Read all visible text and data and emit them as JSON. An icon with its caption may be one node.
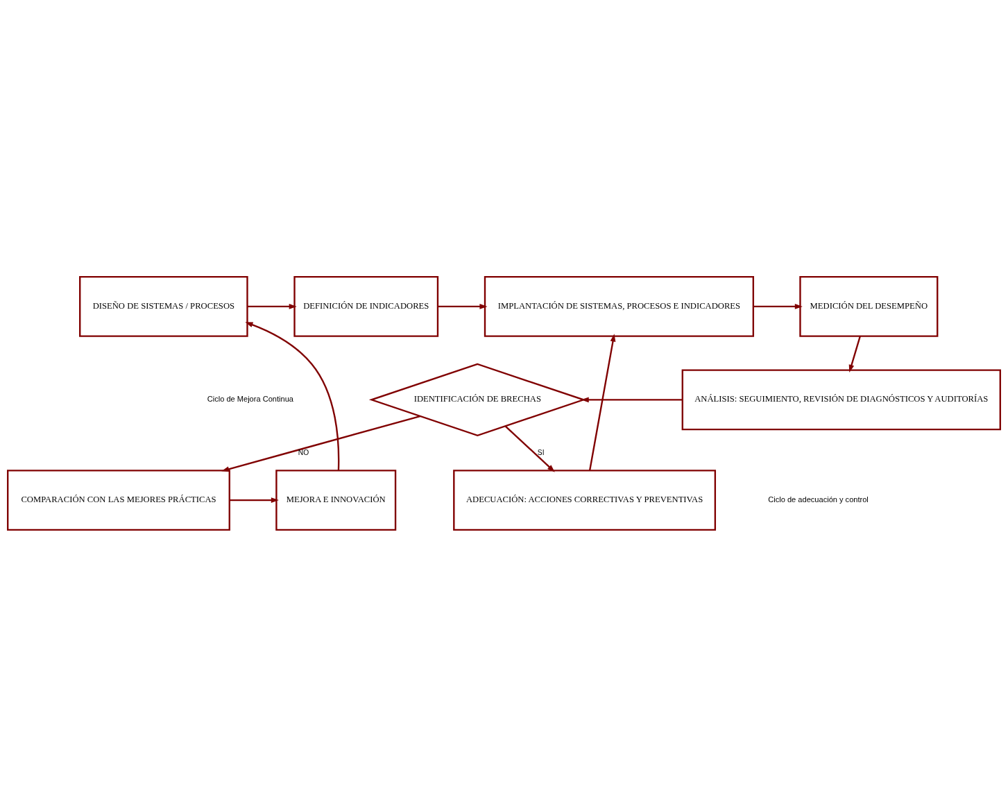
{
  "diagram": {
    "nodes": [
      {
        "text": [
          "DISEÑO DE SISTEMAS / PROCESOS"
        ]
      },
      {
        "text": [
          "DEFINICIÓN DE INDICADORES"
        ]
      },
      {
        "text": [
          "IMPLANTACIÓN DE SISTEMAS, PROCESOS E INDICADORES"
        ]
      },
      {
        "text": [
          "MEDICIÓN DEL DESEMPEÑO"
        ]
      },
      {
        "text": [
          "ADECUACIÓN: ACCIONES CORRECTIVAS Y PREVENTIVAS"
        ]
      },
      {
        "text": [
          "IDENTIFICACIÓN DE BRECHAS"
        ]
      },
      {
        "text": [
          "ANÁLISIS: SEGUIMIENTO, REVISIÓN DE DIAGNÓSTICOS Y AUDITORÍAS"
        ]
      },
      {
        "text": [
          "COMPARACIÓN CON LAS MEJORES PRÁCTICAS"
        ]
      },
      {
        "text": [
          "MEJORA E INNOVACIÓN"
        ]
      }
    ],
    "edges": [
      {
        "from": 0,
        "to": 1,
        "arrow": "to"
      },
      {
        "from": 1,
        "to": 2,
        "arrow": "to"
      },
      {
        "from": 2,
        "to": 3,
        "arrow": "to"
      },
      {
        "from": 3,
        "to": 6,
        "arrow": "to"
      },
      {
        "from": 6,
        "to": 5,
        "arrow": "to"
      },
      {
        "from": 5,
        "to": 4,
        "arrow": "to",
        "label": "SI"
      },
      {
        "from": 4,
        "to": 2,
        "arrow": "to"
      },
      {
        "from": 5,
        "to": 7,
        "arrow": "to",
        "label": "NO"
      },
      {
        "from": 7,
        "to": 8,
        "arrow": "to"
      },
      {
        "from": 8,
        "to": 0,
        "arrow": "to"
      }
    ],
    "labels": [
      "Ciclo de adecuación y control",
      "Ciclo de Mejora Continua"
    ]
  }
}
